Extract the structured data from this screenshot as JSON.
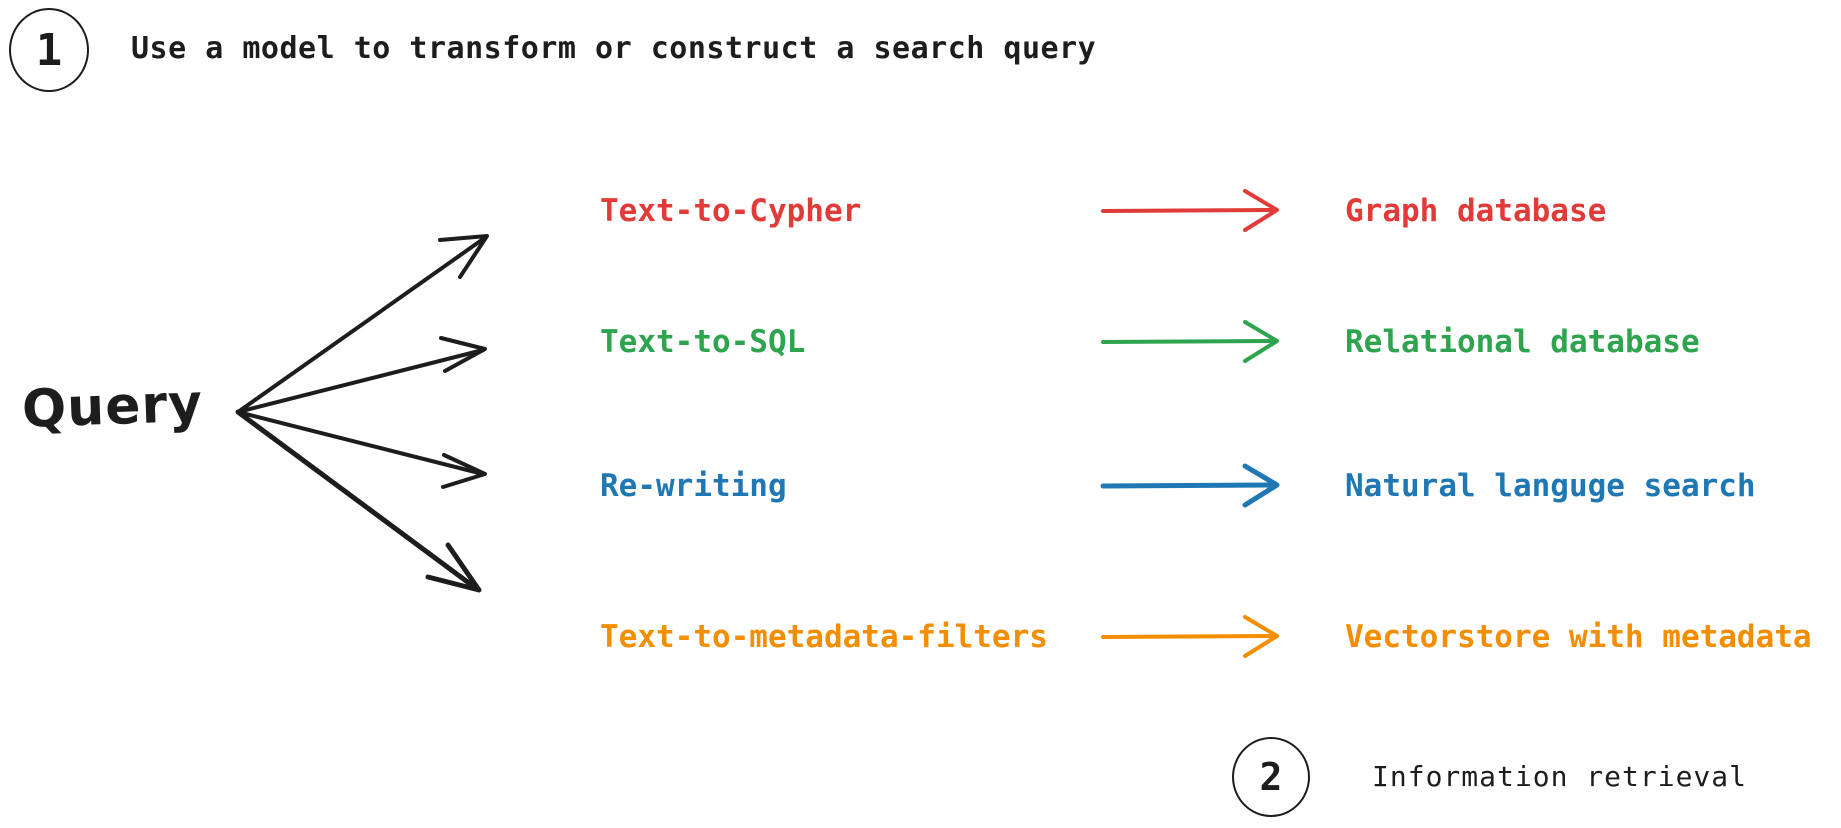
{
  "steps": [
    {
      "number": "1",
      "caption": "Use a model to transform or construct a search query"
    },
    {
      "number": "2",
      "caption": "Information retrieval"
    }
  ],
  "query": {
    "label": "Query",
    "branch_count": 4
  },
  "colors": {
    "ink": "#1d1d1d",
    "red": "#e03b38",
    "green": "#2ea44f",
    "blue": "#1f77b4",
    "orange": "#f28e00"
  },
  "rows": [
    {
      "source": "Text-to-Cypher",
      "target": "Graph database",
      "color": "#e03b38",
      "arrow": "right-arrow-icon"
    },
    {
      "source": "Text-to-SQL",
      "target": "Relational database",
      "color": "#2ea44f",
      "arrow": "right-arrow-icon"
    },
    {
      "source": "Re-writing",
      "target": "Natural languge search",
      "color": "#1f77b4",
      "arrow": "right-arrow-icon"
    },
    {
      "source": "Text-to-metadata-filters",
      "target": "Vectorstore with metadata",
      "color": "#f28e00",
      "arrow": "right-arrow-icon"
    }
  ]
}
